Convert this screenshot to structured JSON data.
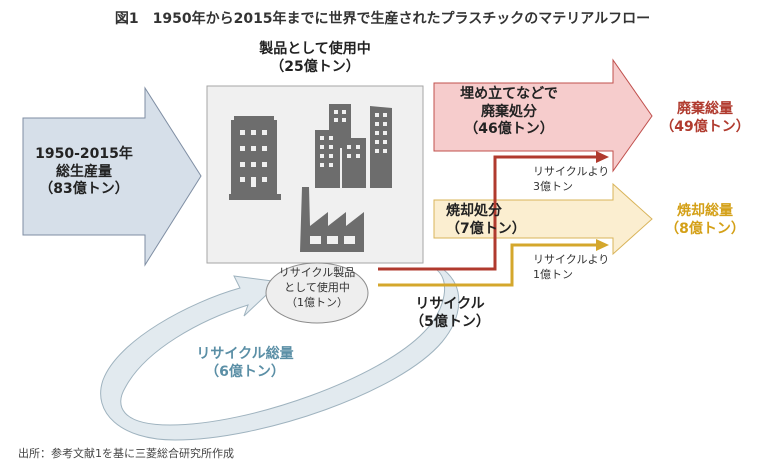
{
  "title": "図1　1950年から2015年までに世界で生産されたプラスチックのマテリアルフロー",
  "colors": {
    "production_fill": "#d6dfe9",
    "production_stroke": "#7f8ea3",
    "use_box_fill": "#f0f0f0",
    "use_box_stroke": "#a6a6a6",
    "icon_gray": "#6d6d6d",
    "landfill_fill": "#f6cccc",
    "landfill_stroke": "#c0504d",
    "landfill_text": "#b03a2e",
    "incineration_fill": "#fbeed0",
    "incineration_stroke": "#d9b45a",
    "incineration_text": "#d4a017",
    "recycle_fill": "#e2eaef",
    "recycle_stroke": "#9fb3bf",
    "recycle_text": "#5b8fa6",
    "red_line": "#b03a2e",
    "gold_line": "#d4a72c"
  },
  "production": {
    "line1": "1950-2015年",
    "line2": "総生産量",
    "line3": "（83億トン）"
  },
  "in_use": {
    "line1": "製品として使用中",
    "line2": "（25億トン）",
    "icons": [
      "office-building-icon",
      "city-buildings-icon",
      "factory-icon"
    ]
  },
  "landfill": {
    "line1": "埋め立てなどで",
    "line2": "廃棄処分",
    "line3": "（46億トン）"
  },
  "landfill_total": {
    "line1": "廃棄総量",
    "line2": "（49億トン）"
  },
  "incineration": {
    "line1": "焼却処分",
    "line2": "（7億トン）"
  },
  "incineration_total": {
    "line1": "焼却総量",
    "line2": "（8億トン）"
  },
  "recycle_to_landfill": {
    "line1": "リサイクルより",
    "line2": "3億トン"
  },
  "recycle_to_incineration": {
    "line1": "リサイクルより",
    "line2": "1億トン"
  },
  "recycled_in_use": {
    "line1": "リサイクル製品",
    "line2": "として使用中",
    "line3": "（1億トン）"
  },
  "recycle": {
    "line1": "リサイクル",
    "line2": "（5億トン）"
  },
  "recycle_total": {
    "line1": "リサイクル総量",
    "line2": "（6億トン）"
  },
  "source": "出所：参考文献1を基に三菱総合研究所作成"
}
